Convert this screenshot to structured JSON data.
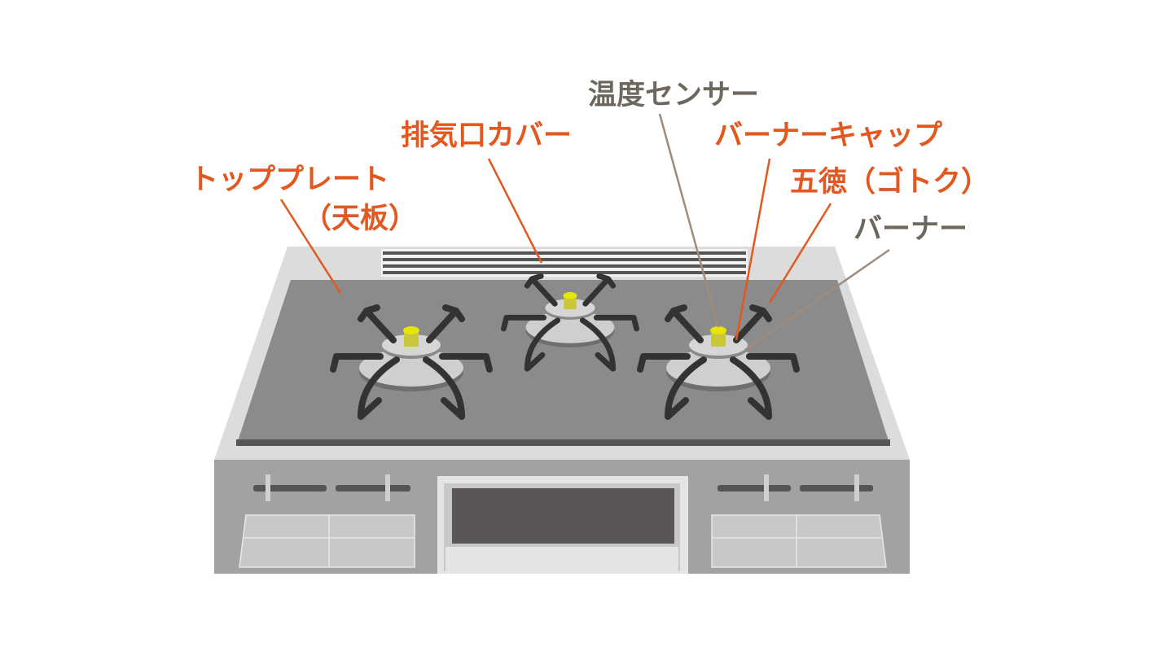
{
  "labels": {
    "top_plate": "トッププレート",
    "top_plate_sub": "（天板）",
    "exhaust_cover": "排気口カバー",
    "temp_sensor": "温度センサー",
    "burner_cap": "バーナーキャップ",
    "trivet": "五徳（ゴトク）",
    "burner": "バーナー"
  },
  "colors": {
    "accent_label": "#e2581f",
    "neutral_label": "#6e675e",
    "accent_line": "#e2581f",
    "neutral_line": "#a08c7c"
  }
}
